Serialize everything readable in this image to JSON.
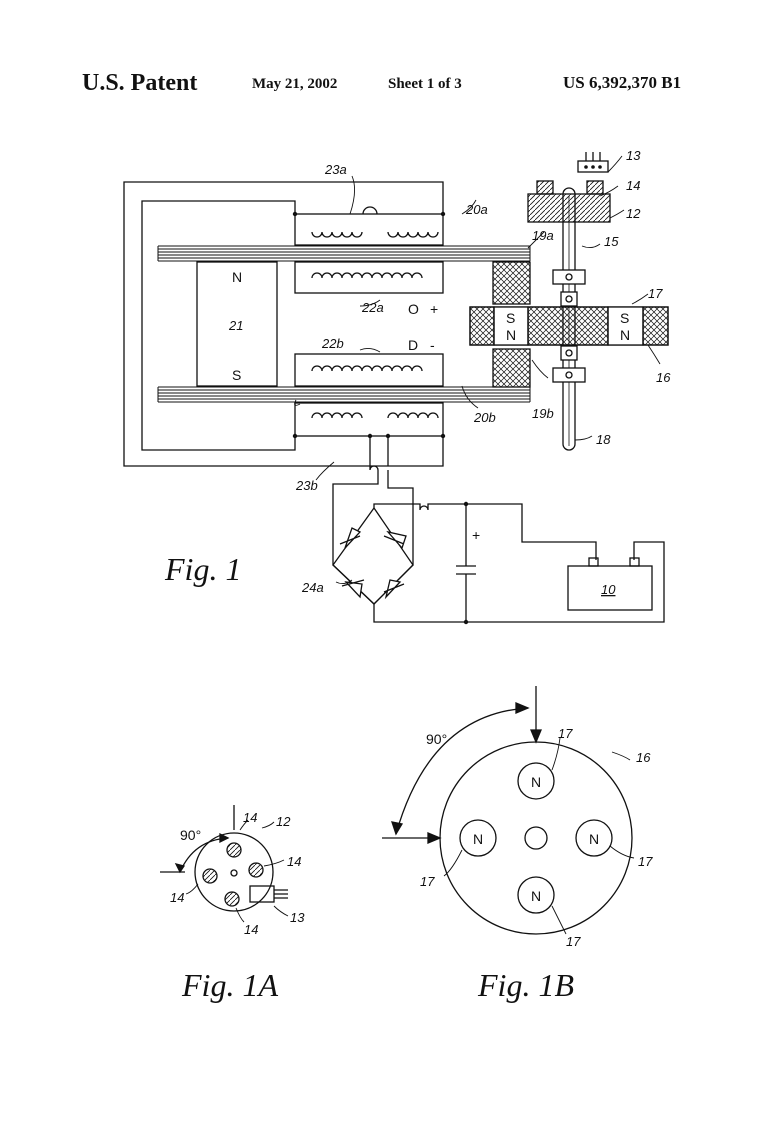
{
  "header": {
    "title": "U.S. Patent",
    "date": "May 21, 2002",
    "sheet": "Sheet 1 of 3",
    "number": "US 6,392,370 B1"
  },
  "fig1": {
    "caption": "Fig. 1",
    "refs": {
      "r23a": "23a",
      "r23b": "23b",
      "r22a": "22a",
      "r22b": "22b",
      "r20a": "20a",
      "r20b": "20b",
      "r19a": "19a",
      "r19b": "19b",
      "r21": "21",
      "r13": "13",
      "r14": "14",
      "r12": "12",
      "r15": "15",
      "r17": "17",
      "r16": "16",
      "r18": "18",
      "r24a": "24a",
      "r10": "10"
    },
    "poles": {
      "magnet_top": "N",
      "magnet_bottom": "S",
      "rotor_left_s": "S",
      "rotor_left_n": "N",
      "rotor_right_s": "S",
      "rotor_right_n": "N"
    },
    "terminals": {
      "o_label": "O",
      "plus_top": "+",
      "d_label": "D",
      "minus": "-",
      "cap_plus": "+"
    }
  },
  "fig1a": {
    "caption": "Fig. 1A",
    "angle": "90°",
    "refs": {
      "r12": "12",
      "r13": "13",
      "r14a": "14",
      "r14b": "14",
      "r14c": "14",
      "r14d": "14"
    }
  },
  "fig1b": {
    "caption": "Fig. 1B",
    "angle": "90°",
    "refs": {
      "r16": "16",
      "r17a": "17",
      "r17b": "17",
      "r17c": "17",
      "r17d": "17"
    },
    "magnet_label": "N"
  }
}
